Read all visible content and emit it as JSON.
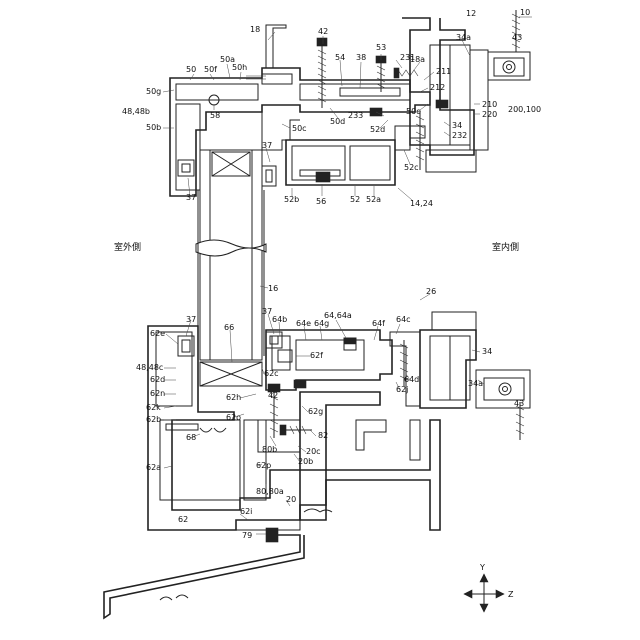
{
  "figure_number": "10",
  "side_labels": {
    "outdoor": "室外側",
    "indoor": "室内側"
  },
  "axes": {
    "y": "Y",
    "z": "Z"
  },
  "reference_labels": [
    {
      "id": "n10",
      "text": "10"
    },
    {
      "id": "n12",
      "text": "12"
    },
    {
      "id": "n18",
      "text": "18"
    },
    {
      "id": "n42a",
      "text": "42"
    },
    {
      "id": "n53",
      "text": "53"
    },
    {
      "id": "n231",
      "text": "231"
    },
    {
      "id": "n34a-top",
      "text": "34a"
    },
    {
      "id": "n43-top",
      "text": "43"
    },
    {
      "id": "n50",
      "text": "50"
    },
    {
      "id": "n50f",
      "text": "50f"
    },
    {
      "id": "n50a",
      "text": "50a"
    },
    {
      "id": "n50h",
      "text": "50h"
    },
    {
      "id": "n54",
      "text": "54"
    },
    {
      "id": "n38",
      "text": "38"
    },
    {
      "id": "n18a",
      "text": "18a"
    },
    {
      "id": "n211",
      "text": "211"
    },
    {
      "id": "n212",
      "text": "212"
    },
    {
      "id": "n210",
      "text": "210"
    },
    {
      "id": "n220",
      "text": "220"
    },
    {
      "id": "n200100",
      "text": "200,100"
    },
    {
      "id": "n50g",
      "text": "50g"
    },
    {
      "id": "n4848b",
      "text": "48,48b"
    },
    {
      "id": "n58",
      "text": "58"
    },
    {
      "id": "n233",
      "text": "233"
    },
    {
      "id": "n50e",
      "text": "50e"
    },
    {
      "id": "n50d",
      "text": "50d"
    },
    {
      "id": "n50b",
      "text": "50b"
    },
    {
      "id": "n50c",
      "text": "50c"
    },
    {
      "id": "n52d",
      "text": "52d"
    },
    {
      "id": "n34-top",
      "text": "34"
    },
    {
      "id": "n232",
      "text": "232"
    },
    {
      "id": "n37a",
      "text": "37"
    },
    {
      "id": "n37b",
      "text": "37"
    },
    {
      "id": "n52c",
      "text": "52c"
    },
    {
      "id": "n52b",
      "text": "52b"
    },
    {
      "id": "n56",
      "text": "56"
    },
    {
      "id": "n52",
      "text": "52"
    },
    {
      "id": "n52a",
      "text": "52a"
    },
    {
      "id": "n1424",
      "text": "14,24"
    },
    {
      "id": "n16",
      "text": "16"
    },
    {
      "id": "n26",
      "text": "26"
    },
    {
      "id": "n37c",
      "text": "37"
    },
    {
      "id": "n37d",
      "text": "37"
    },
    {
      "id": "n64b",
      "text": "64b"
    },
    {
      "id": "n64e",
      "text": "64e"
    },
    {
      "id": "n64g",
      "text": "64g"
    },
    {
      "id": "n6464a",
      "text": "64,64a"
    },
    {
      "id": "n64f",
      "text": "64f"
    },
    {
      "id": "n64c",
      "text": "64c"
    },
    {
      "id": "n62e",
      "text": "62e"
    },
    {
      "id": "n66",
      "text": "66"
    },
    {
      "id": "n62f",
      "text": "62f"
    },
    {
      "id": "n34-mid",
      "text": "34"
    },
    {
      "id": "n4848c",
      "text": "48,48c"
    },
    {
      "id": "n62c",
      "text": "62c"
    },
    {
      "id": "n62d",
      "text": "62d"
    },
    {
      "id": "n64d",
      "text": "64d"
    },
    {
      "id": "n62j",
      "text": "62j"
    },
    {
      "id": "n34a-bot",
      "text": "34a"
    },
    {
      "id": "n43-bot",
      "text": "43"
    },
    {
      "id": "n62n",
      "text": "62n"
    },
    {
      "id": "n62h",
      "text": "62h"
    },
    {
      "id": "n42b",
      "text": "42"
    },
    {
      "id": "n62k",
      "text": "62k"
    },
    {
      "id": "n62g",
      "text": "62g"
    },
    {
      "id": "n62b",
      "text": "62b"
    },
    {
      "id": "n62o",
      "text": "62o"
    },
    {
      "id": "n68",
      "text": "68"
    },
    {
      "id": "n80b",
      "text": "80b"
    },
    {
      "id": "n82",
      "text": "82"
    },
    {
      "id": "n20c",
      "text": "20c"
    },
    {
      "id": "n20b",
      "text": "20b"
    },
    {
      "id": "n62a",
      "text": "62a"
    },
    {
      "id": "n62p",
      "text": "62p"
    },
    {
      "id": "n8080a",
      "text": "80,80a"
    },
    {
      "id": "n20",
      "text": "20"
    },
    {
      "id": "n62",
      "text": "62"
    },
    {
      "id": "n62i",
      "text": "62i"
    },
    {
      "id": "n79",
      "text": "79"
    }
  ]
}
